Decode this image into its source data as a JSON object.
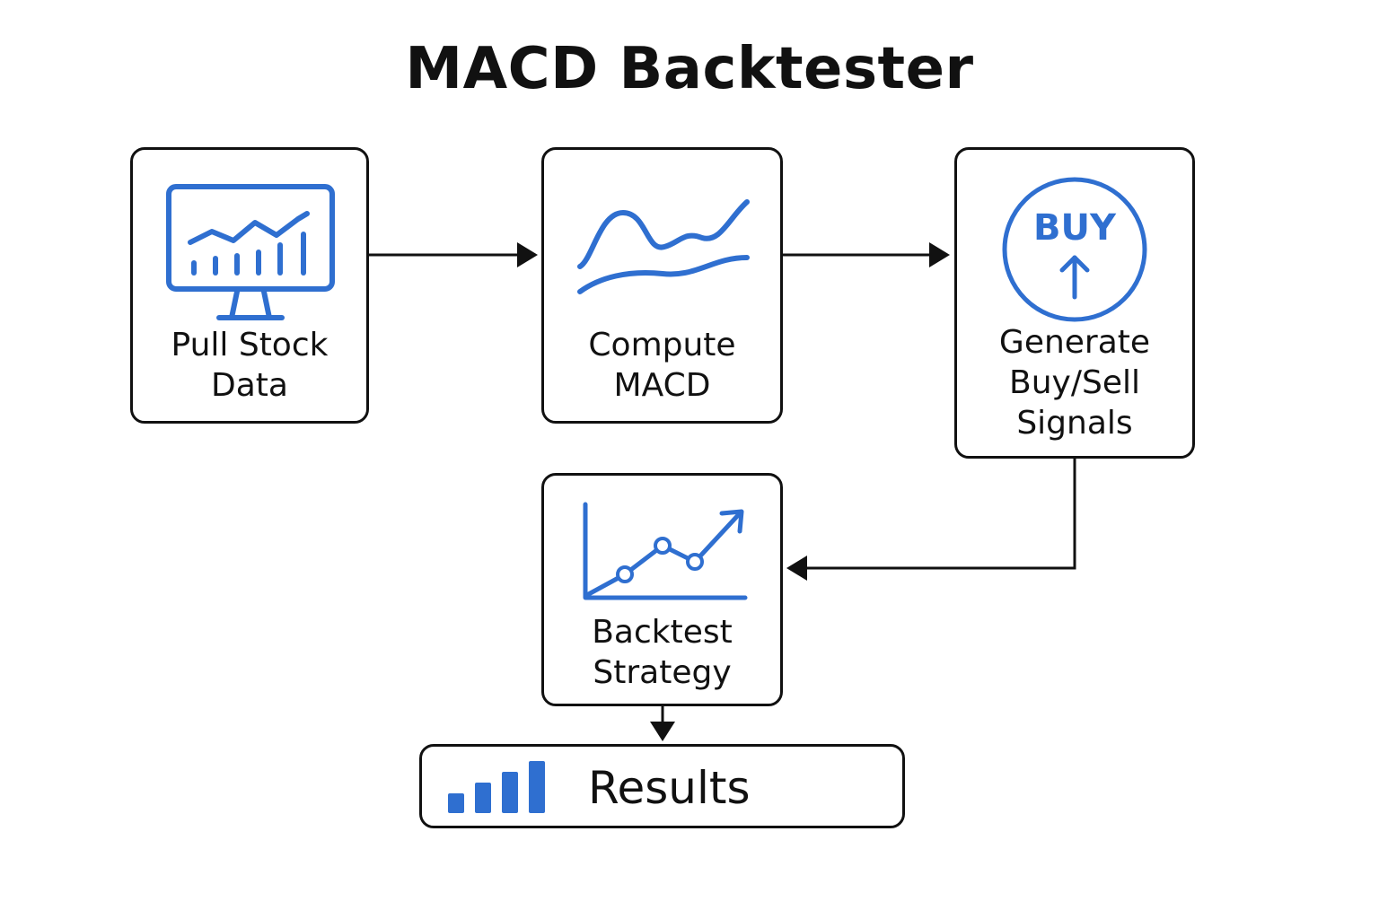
{
  "title": "MACD Backtester",
  "colors": {
    "accent": "#2f6fd0",
    "stroke": "#111111"
  },
  "nodes": {
    "pull_stock_data": {
      "label": "Pull Stock\nData",
      "icon": "monitor-chart-icon"
    },
    "compute_macd": {
      "label": "Compute\nMACD",
      "icon": "macd-lines-icon"
    },
    "generate_signals": {
      "label": "Generate\nBuy/Sell\nSignals",
      "icon": "buy-signal-icon",
      "badge": "BUY"
    },
    "backtest_strategy": {
      "label": "Backtest\nStrategy",
      "icon": "trend-chart-icon"
    },
    "results": {
      "label": "Results",
      "icon": "bar-chart-icon"
    }
  },
  "edges": [
    {
      "from": "pull_stock_data",
      "to": "compute_macd"
    },
    {
      "from": "compute_macd",
      "to": "generate_signals"
    },
    {
      "from": "generate_signals",
      "to": "backtest_strategy"
    },
    {
      "from": "backtest_strategy",
      "to": "results"
    }
  ]
}
